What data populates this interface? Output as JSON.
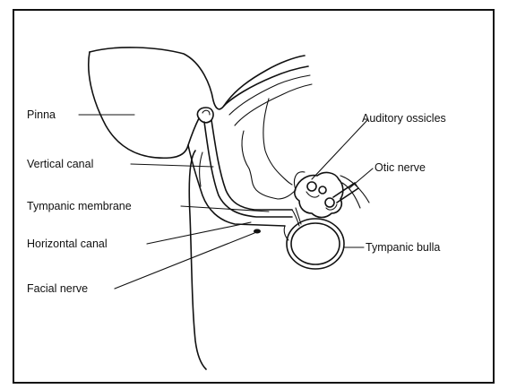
{
  "labels": {
    "pinna": "Pinna",
    "vertical_canal": "Vertical canal",
    "tympanic_membrane": "Tympanic membrane",
    "horizontal_canal": "Horizontal canal",
    "facial_nerve": "Facial nerve",
    "auditory_ossicles": "Auditory ossicles",
    "otic_nerve": "Otic nerve",
    "tympanic_bulla": "Tympanic bulla"
  },
  "colors": {
    "ink": "#111111",
    "background": "#ffffff"
  }
}
